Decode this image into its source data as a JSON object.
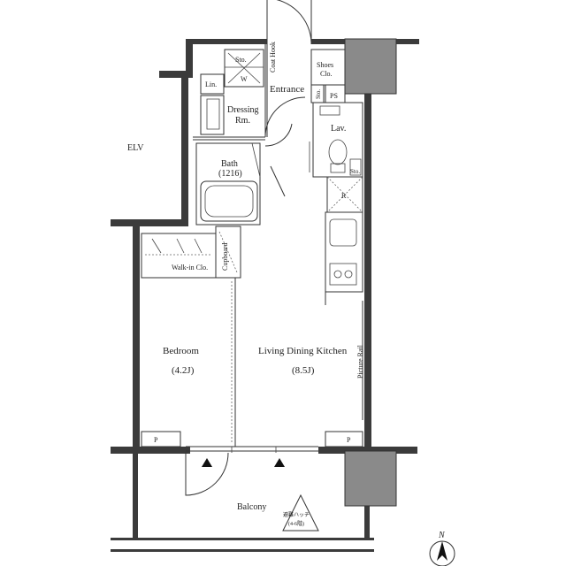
{
  "rooms": {
    "storage_top": "Sto.",
    "washer": "W",
    "coat_hook": "Coat Hook",
    "shoes_closet": "Shoes Clo.",
    "entrance": "Entrance",
    "storage_small": "Sto.",
    "pipe_space": "PS",
    "linen": "Lin.",
    "dressing": "Dressing Rm.",
    "lavatory": "Lav.",
    "storage_lav": "Sto.",
    "bath": "Bath",
    "bath_size": "(1216)",
    "refrigerator": "R",
    "elevator": "ELV",
    "walk_in_closet": "Walk-in Clo.",
    "cupboard": "Cupboard",
    "bedroom": "Bedroom",
    "bedroom_size": "(4.2J)",
    "ldk": "Living Dining Kitchen",
    "ldk_size": "(8.5J)",
    "picture_rail": "Picture Rail",
    "p_left": "P",
    "p_right": "P",
    "balcony": "Balcony",
    "hatch_1": "避難ハッチ",
    "hatch_2": "(4-6階)",
    "north": "N"
  }
}
